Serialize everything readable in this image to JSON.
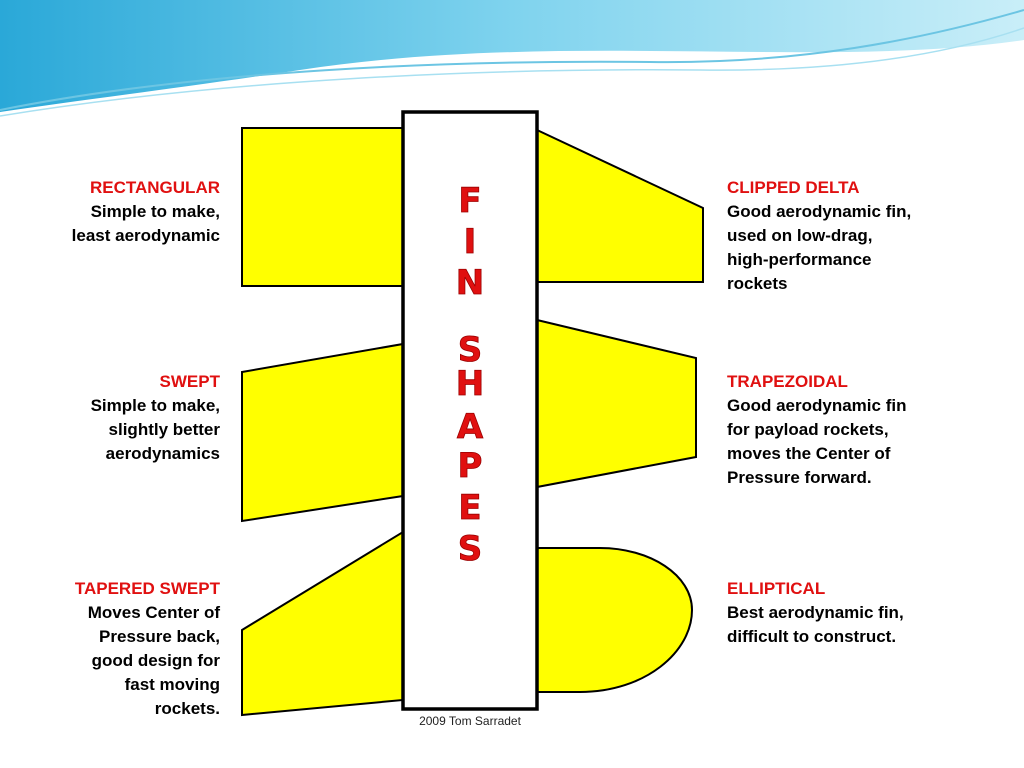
{
  "header_title_letters": [
    "F",
    "I",
    "N",
    "S",
    "H",
    "A",
    "P",
    "E",
    "S"
  ],
  "credit": "2009 Tom Sarradet",
  "colors": {
    "fin_fill": "#ffff00",
    "title_text": "#e01010",
    "header_letters": "#e01010"
  },
  "fins": [
    {
      "id": "rectangular",
      "title": "RECTANGULAR",
      "description": "Simple to make,\nleast aerodynamic"
    },
    {
      "id": "clipped-delta",
      "title": "CLIPPED DELTA",
      "description": "Good aerodynamic fin,\nused on low-drag,\nhigh-performance\nrockets"
    },
    {
      "id": "swept",
      "title": "SWEPT",
      "description": "Simple to make,\nslightly better\naerodynamics"
    },
    {
      "id": "trapezoidal",
      "title": "TRAPEZOIDAL",
      "description": "Good aerodynamic fin\nfor payload rockets,\nmoves the Center of\nPressure forward."
    },
    {
      "id": "tapered-swept",
      "title": "TAPERED SWEPT",
      "description": "Moves Center of\nPressure back,\ngood design for\nfast moving\nrockets."
    },
    {
      "id": "elliptical",
      "title": "ELLIPTICAL",
      "description": "Best aerodynamic fin,\ndifficult to construct."
    }
  ]
}
